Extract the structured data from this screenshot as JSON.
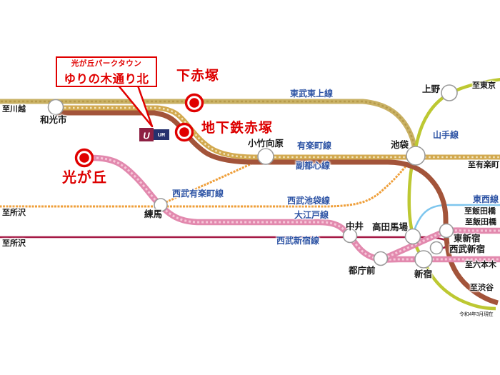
{
  "map": {
    "note": "令和4年3月現在",
    "marker_color": "#e00000",
    "callout": {
      "line1": "光が丘パークタウン",
      "line2": "ゆりの木通り北"
    },
    "ur_logo": {
      "u": "U",
      "ur": "UR"
    },
    "highlights": {
      "shimoakatsuka": "下赤塚",
      "chikatetsu_akatsuka": "地下鉄赤塚",
      "hikarigaoka": "光が丘"
    },
    "stations": {
      "wakoshi": "和光市",
      "kotakemukaihara": "小竹向原",
      "ikebukuro": "池袋",
      "ueno": "上野",
      "nerima": "練馬",
      "nakai": "中井",
      "takadanobaba": "高田馬場",
      "tochomae": "都庁前",
      "shinjuku": "新宿",
      "seibu_shinjuku": "西武新宿",
      "higashi_shinjuku": "東新宿"
    },
    "lines": {
      "tobu_tojo": {
        "label": "東武東上線",
        "color": "#c9b164"
      },
      "yurakucho": {
        "label": "有楽町線",
        "color": "#d2a94f"
      },
      "fukutoshin": {
        "label": "副都心線",
        "color": "#a3543a"
      },
      "yamanote": {
        "label": "山手線",
        "color": "#bdc832"
      },
      "seibu_ikebukuro": {
        "label": "西武池袋線",
        "color": "#ef9f3a"
      },
      "seibu_yurakucho": {
        "label": "西武有楽町線",
        "color": "#ef9f3a"
      },
      "oedo": {
        "label": "大江戸線",
        "color": "#e289ae"
      },
      "seibu_shinjuku": {
        "label": "西武新宿線",
        "color": "#a51945"
      },
      "tozai": {
        "label": "東西線",
        "color": "#7ec6ee"
      }
    },
    "destinations": {
      "kawagoe": "至川越",
      "tokyo": "至東京",
      "yurakucho": "至有楽町",
      "tokorozawa_ikebukuro": "至所沢",
      "tokorozawa_shinjuku": "至所沢",
      "iidabashi_tozai": "至飯田橋",
      "iidabashi_oedo": "至飯田橋",
      "roppongi": "至六本木",
      "shibuya": "至渋谷"
    }
  }
}
